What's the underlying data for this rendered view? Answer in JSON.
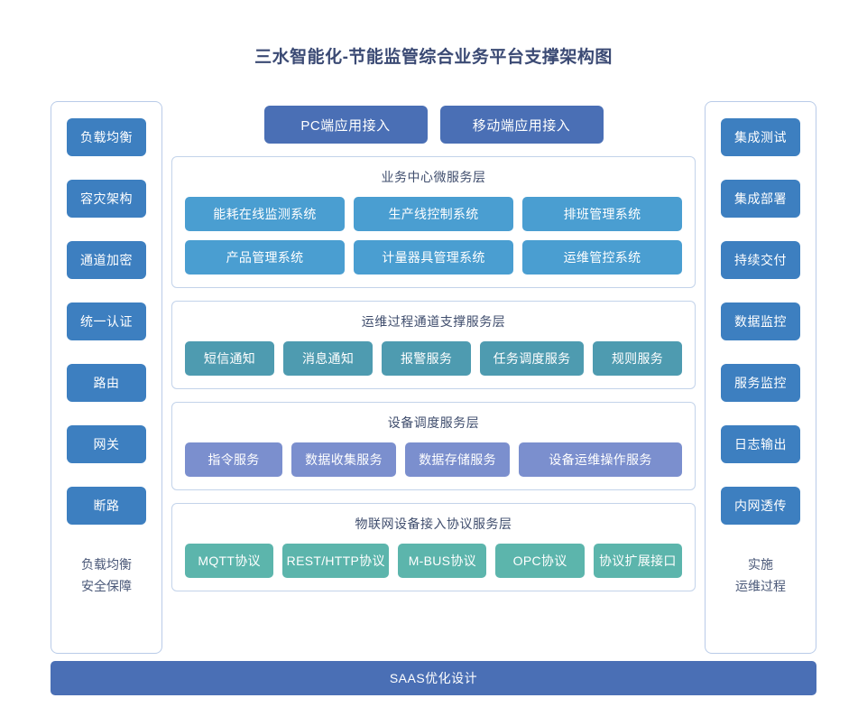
{
  "page": {
    "title": "三水智能化-节能监管综合业务平台支撑架构图",
    "background": "#ffffff"
  },
  "colors": {
    "title_text": "#3b4a74",
    "side_chip": "#3d7fc0",
    "access_chip": "#4a6fb5",
    "business_node": "#4a9ed1",
    "ops_node": "#4e9bb0",
    "device_node": "#7b8fce",
    "iot_node": "#5cb5ac",
    "bottom_bar": "#4a6fb5",
    "panel_border": "#c3d3ea",
    "column_border": "#b9cbe8"
  },
  "left_column": {
    "items": [
      {
        "label": "负载均衡"
      },
      {
        "label": "容灾架构"
      },
      {
        "label": "通道加密"
      },
      {
        "label": "统一认证"
      },
      {
        "label": "路由"
      },
      {
        "label": "网关"
      },
      {
        "label": "断路"
      }
    ],
    "footer_line1": "负载均衡",
    "footer_line2": "安全保障"
  },
  "right_column": {
    "items": [
      {
        "label": "集成测试"
      },
      {
        "label": "集成部署"
      },
      {
        "label": "持续交付"
      },
      {
        "label": "数据监控"
      },
      {
        "label": "服务监控"
      },
      {
        "label": "日志输出"
      },
      {
        "label": "内网透传"
      }
    ],
    "footer_line1": "实施",
    "footer_line2": "运维过程"
  },
  "access_row": {
    "items": [
      {
        "label": "PC端应用接入"
      },
      {
        "label": "移动端应用接入"
      }
    ]
  },
  "layers": [
    {
      "id": "business",
      "title": "业务中心微服务层",
      "rows": [
        [
          {
            "label": "能耗在线监测系统"
          },
          {
            "label": "生产线控制系统"
          },
          {
            "label": "排班管理系统"
          }
        ],
        [
          {
            "label": "产品管理系统"
          },
          {
            "label": "计量器具管理系统"
          },
          {
            "label": "运维管控系统"
          }
        ]
      ]
    },
    {
      "id": "ops",
      "title": "运维过程通道支撑服务层",
      "rows": [
        [
          {
            "label": "短信通知"
          },
          {
            "label": "消息通知"
          },
          {
            "label": "报警服务"
          },
          {
            "label": "任务调度服务"
          },
          {
            "label": "规则服务"
          }
        ]
      ]
    },
    {
      "id": "device",
      "title": "设备调度服务层",
      "rows": [
        [
          {
            "label": "指令服务"
          },
          {
            "label": "数据收集服务"
          },
          {
            "label": "数据存储服务"
          },
          {
            "label": "设备运维操作服务"
          }
        ]
      ]
    },
    {
      "id": "iot",
      "title": "物联网设备接入协议服务层",
      "rows": [
        [
          {
            "label": "MQTT协议"
          },
          {
            "label": "REST/HTTP协议"
          },
          {
            "label": "M-BUS协议"
          },
          {
            "label": "OPC协议"
          },
          {
            "label": "协议扩展接口"
          }
        ]
      ]
    }
  ],
  "bottom_bar": {
    "label": "SAAS优化设计"
  }
}
